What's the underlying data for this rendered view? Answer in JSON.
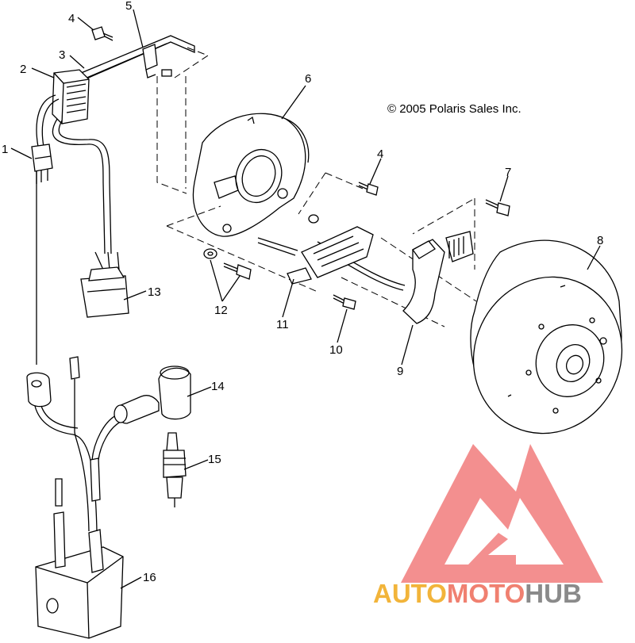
{
  "copyright": "© 2005 Polaris Sales Inc.",
  "callouts": {
    "c1": "1",
    "c2": "2",
    "c3": "3",
    "c4a": "4",
    "c4b": "4",
    "c5": "5",
    "c6": "6",
    "c7": "7",
    "c8": "8",
    "c9": "9",
    "c10": "10",
    "c11": "11",
    "c12": "12",
    "c13": "13",
    "c14": "14",
    "c15": "15",
    "c16": "16"
  },
  "watermark": {
    "word_a": "AUTO",
    "word_b": "MOTO",
    "word_c": "HUB",
    "color_a": "#f2b43a",
    "color_b": "#f08070",
    "color_c": "#8a8a8a",
    "mark_color": "#ef5555"
  }
}
